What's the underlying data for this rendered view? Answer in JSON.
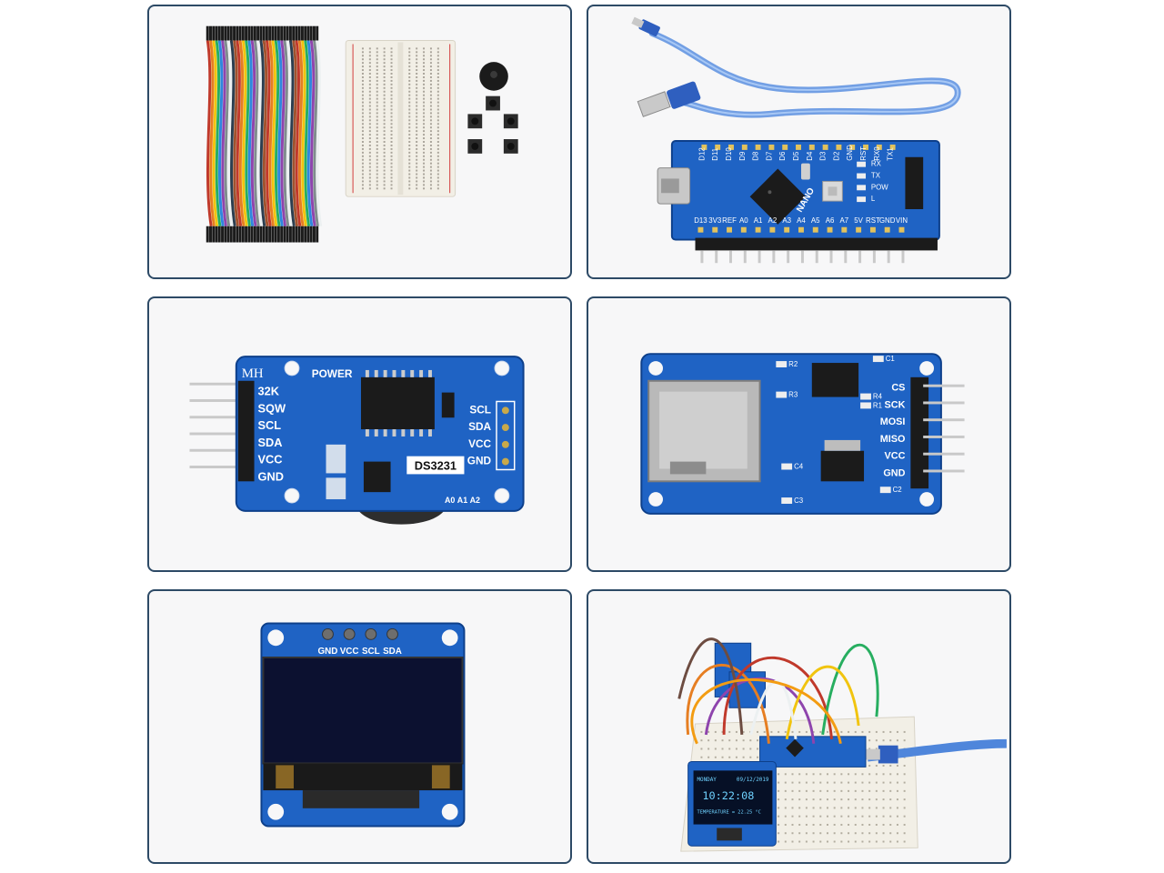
{
  "panels": {
    "starter": {
      "name": "jumper-wires-breadboard-buzzer-buttons"
    },
    "nano": {
      "board_label": "NANO",
      "top_pins": [
        "D12",
        "D11",
        "D10",
        "D9",
        "D8",
        "D7",
        "D6",
        "D5",
        "D4",
        "D3",
        "D2",
        "GND",
        "RST",
        "RX0",
        "TX1"
      ],
      "bottom_pins": [
        "D13",
        "3V3",
        "REF",
        "A0",
        "A1",
        "A2",
        "A3",
        "A4",
        "A5",
        "A6",
        "A7",
        "5V",
        "RST",
        "GND",
        "VIN"
      ],
      "leds": [
        "RX",
        "TX",
        "POW",
        "L"
      ]
    },
    "rtc": {
      "brand": "MH",
      "power_label": "POWER",
      "left_pins": [
        "32K",
        "SQW",
        "SCL",
        "SDA",
        "VCC",
        "GND"
      ],
      "right_pins": [
        "SCL",
        "SDA",
        "VCC",
        "GND"
      ],
      "chip_label": "DS3231",
      "addr_pads": [
        "A0",
        "A1",
        "A2"
      ]
    },
    "sd": {
      "pins": [
        "CS",
        "SCK",
        "MOSI",
        "MISO",
        "VCC",
        "GND"
      ],
      "components": [
        "C1",
        "R2",
        "R3",
        "R4",
        "R1",
        "C4",
        "C3",
        "C2"
      ]
    },
    "oled": {
      "pins": [
        "GND",
        "VCC",
        "SCL",
        "SDA"
      ]
    },
    "demo": {
      "line1_left": "MONDAY",
      "line1_right": "09/12/2019",
      "time": "10:22:08",
      "temp": "TEMPERATURE = 22.25 °C"
    }
  }
}
